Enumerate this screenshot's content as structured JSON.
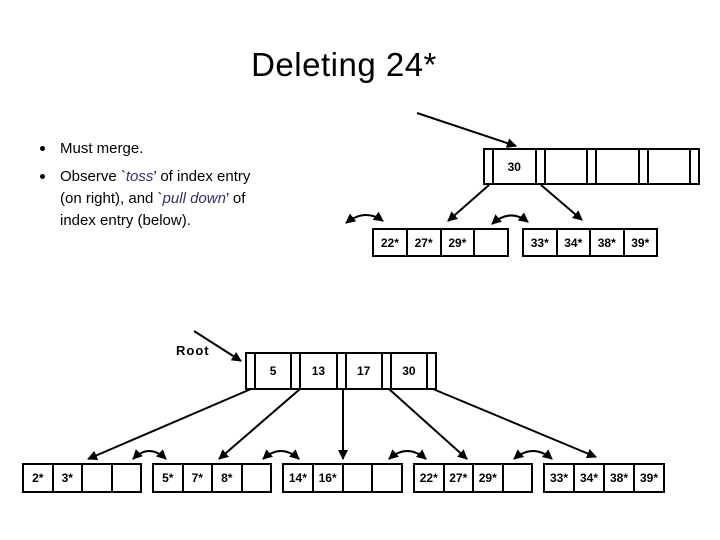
{
  "slide": {
    "title": "Deleting 24*"
  },
  "bullets": {
    "item1": "Must merge.",
    "item2_seg1": "Observe `",
    "item2_toss": "toss",
    "item2_seg2": "’ of index entry (on right), and `",
    "item2_pull": "pull down",
    "item2_seg3": "’ of index entry (below)."
  },
  "labels": {
    "root": "Root"
  },
  "nodes": {
    "index30": {
      "keys": [
        "30",
        "",
        "",
        ""
      ]
    },
    "root": {
      "keys": [
        "5",
        "13",
        "17",
        "30"
      ]
    },
    "mid_left": {
      "cells": [
        "22*",
        "27*",
        "29*",
        ""
      ]
    },
    "mid_right": {
      "cells": [
        "33*",
        "34*",
        "38*",
        "39*"
      ]
    },
    "leaf1": {
      "cells": [
        "2*",
        "3*",
        "",
        ""
      ]
    },
    "leaf2": {
      "cells": [
        "5*",
        "7*",
        "8*",
        ""
      ]
    },
    "leaf3": {
      "cells": [
        "14*",
        "16*",
        "",
        ""
      ]
    },
    "leaf4": {
      "cells": [
        "22*",
        "27*",
        "29*",
        ""
      ]
    },
    "leaf5": {
      "cells": [
        "33*",
        "34*",
        "38*",
        "39*"
      ]
    }
  },
  "colors": {
    "ink": "#000000",
    "emphasis": "#333366",
    "background": "#ffffff"
  }
}
